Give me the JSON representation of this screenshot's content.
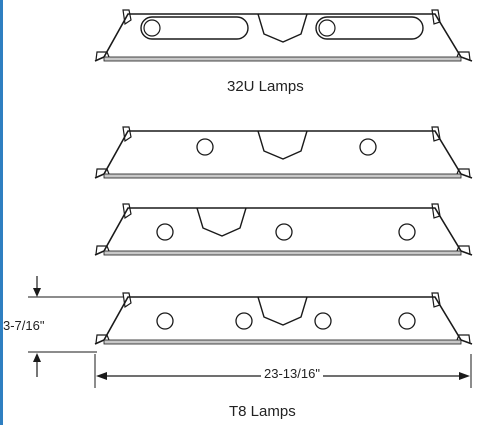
{
  "colors": {
    "accent": "#2f7fc1",
    "line": "#1a1a1a",
    "lens": "#c8c8c8"
  },
  "labels": {
    "lamps_32u": "32U Lamps",
    "lamps_t8": "T8 Lamps",
    "height_dimension": "3-7/16\"",
    "width_dimension": "23-13/16\""
  },
  "icons": {
    "dimension_arrow_down": "arrow-down-icon",
    "dimension_arrow_up": "arrow-up-icon"
  }
}
